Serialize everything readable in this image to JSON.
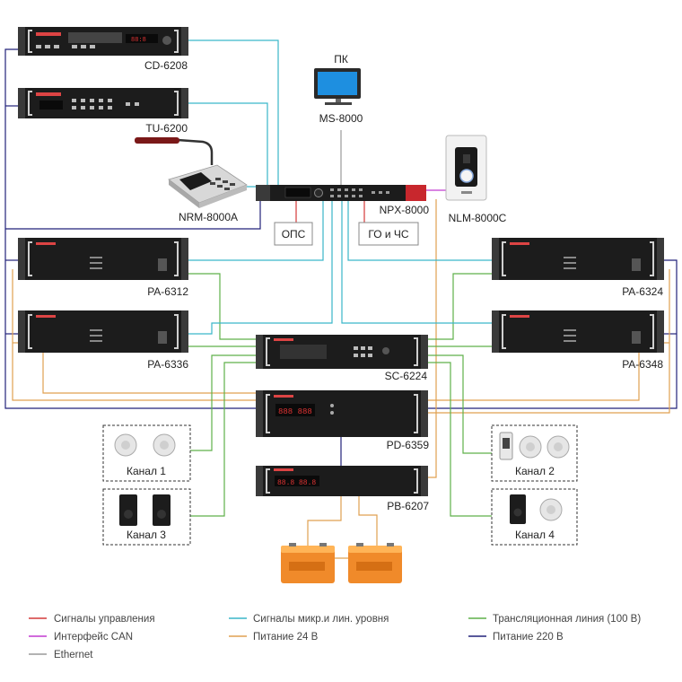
{
  "legend": {
    "color_control": "#d43a3a",
    "color_can": "#c23ad0",
    "color_ethernet": "#9a9a9a",
    "color_mic_line": "#3ab6c9",
    "color_power24": "#e0a050",
    "color_line100": "#5fb04a",
    "color_power220": "#22227a",
    "control": "Сигналы управления",
    "can": "Интерфейс CAN",
    "ethernet": "Ethernet",
    "mic_line": "Сигналы микр.и лин. уровня",
    "power24": "Питание 24 В",
    "line100": "Трансляционная линия (100 В)",
    "power220": "Питание 220 В"
  },
  "devices": {
    "cd": "CD-6208",
    "tu": "TU-6200",
    "nrm": "NRM-8000A",
    "pc_title": "ПК",
    "pc": "MS-8000",
    "npx": "NPX-8000",
    "nlm": "NLM-8000C",
    "ops": "ОПС",
    "go": "ГО и ЧС",
    "pa6312": "PA-6312",
    "pa6324": "PA-6324",
    "pa6336": "PA-6336",
    "pa6348": "PA-6348",
    "sc": "SC-6224",
    "pd": "PD-6359",
    "pb": "PB-6207"
  },
  "channels": {
    "ch1": "Канал 1",
    "ch2": "Канал 2",
    "ch3": "Канал 3",
    "ch4": "Канал 4"
  }
}
